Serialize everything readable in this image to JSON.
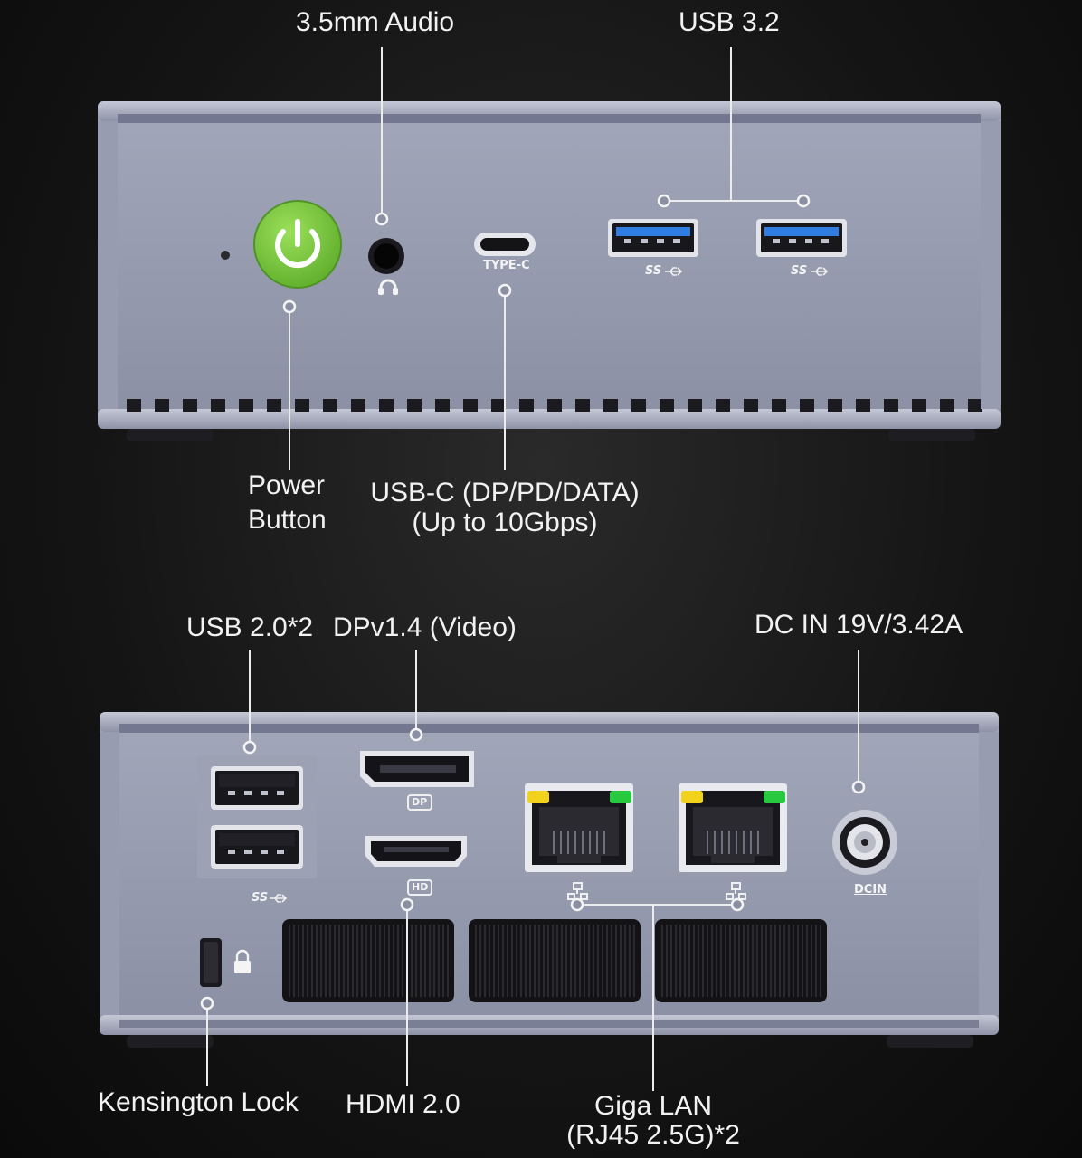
{
  "front": {
    "labels": {
      "audio": "3.5mm Audio",
      "usb32": "USB 3.2",
      "power_line1": "Power",
      "power_line2": "Button",
      "usbc_line1": "USB-C (DP/PD/DATA)",
      "usbc_line2": "(Up to 10Gbps)"
    },
    "port_marks": {
      "typec": "TYPE-C",
      "ss1": "SS",
      "ss2": "SS"
    }
  },
  "rear": {
    "labels": {
      "usb20": "USB 2.0*2",
      "dp": "DPv1.4 (Video)",
      "dcin": "DC IN 19V/3.42A",
      "kensington": "Kensington Lock",
      "hdmi": "HDMI 2.0",
      "lan_line1": "Giga LAN",
      "lan_line2": "(RJ45 2.5G)*2"
    },
    "port_marks": {
      "dp": "DP",
      "hd": "HD",
      "ss": "SS",
      "dcin": "DCIN"
    }
  },
  "colors": {
    "chassis": "#9095a9",
    "power_button": "#7ac943",
    "usb3_blue": "#2f7de1",
    "lan_green": "#27c93f",
    "lan_yellow": "#f2d21b"
  }
}
